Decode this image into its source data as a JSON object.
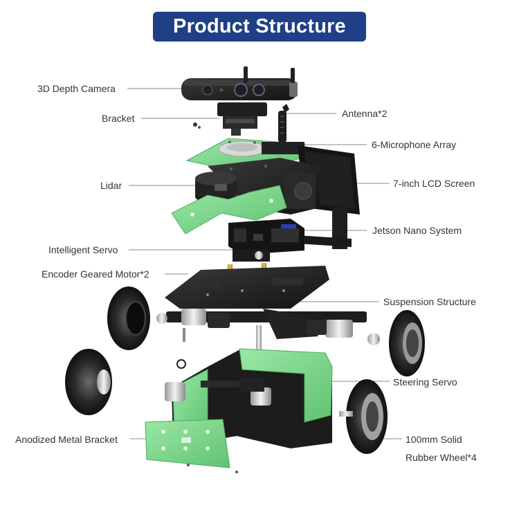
{
  "title": "Product Structure",
  "colors": {
    "banner": "#1f3f86",
    "anodized_green": "#7ed98e",
    "dark_metal": "#1e1e1e",
    "leader_line": "#8a8a8a"
  },
  "labels": {
    "depth_camera": "3D Depth Camera",
    "bracket": "Bracket",
    "antenna": "Antenna*2",
    "microphone_array": "6-Microphone Array",
    "lidar": "Lidar",
    "lcd_screen": "7-inch LCD Screen",
    "jetson_nano": "Jetson Nano System",
    "intelligent_servo": "Intelligent Servo",
    "encoder_motor": "Encoder Geared Motor*2",
    "suspension": "Suspension Structure",
    "steering_servo": "Steering Servo",
    "anodized_bracket": "Anodized Metal Bracket",
    "wheel_line1": "100mm Solid",
    "wheel_line2": "Rubber Wheel*4"
  }
}
